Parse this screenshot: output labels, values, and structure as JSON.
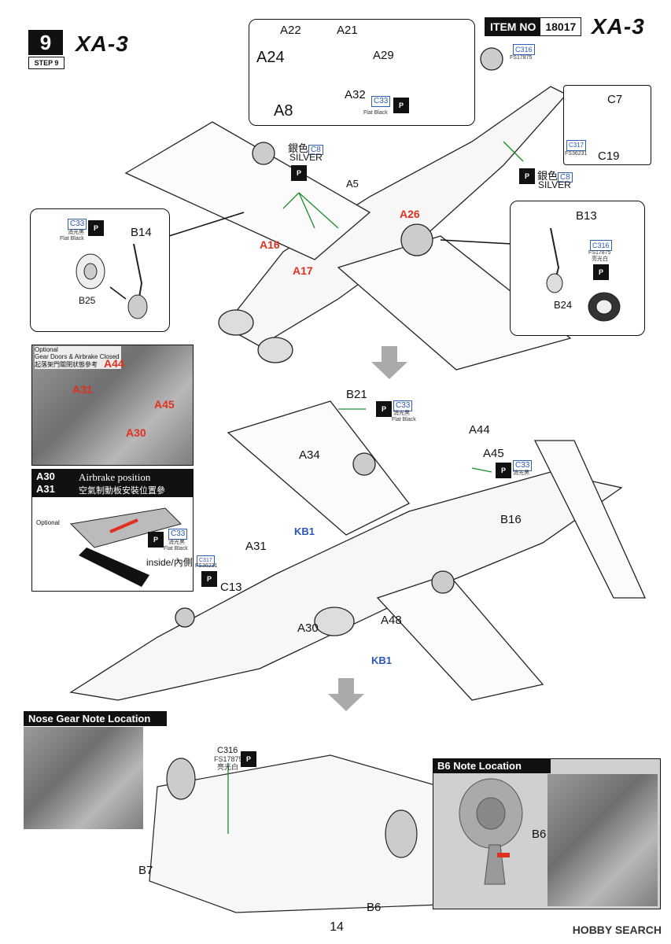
{
  "step": {
    "number": "9",
    "label": "STEP 9"
  },
  "model": {
    "title": "XA-3",
    "item_label": "ITEM NO",
    "item_no": "18017",
    "title_right": "XA-3"
  },
  "page_number": "14",
  "watermark": "HOBBY SEARCH",
  "top_inset": {
    "parts": [
      "A22",
      "A21",
      "A24",
      "A29",
      "A32",
      "A8"
    ],
    "paint": "C33",
    "paint_sub": "Flat Black"
  },
  "right_top_inset": {
    "parts": [
      "C7",
      "C19"
    ],
    "paint": "C317",
    "paint_sub": "FS36231"
  },
  "main_labels": {
    "silver_top": "銀色",
    "silver_code": "C8",
    "silver_en": "SILVER",
    "silver_right": "銀色",
    "silver_right_code": "C8",
    "silver_right_en": "SILVER",
    "a5": "A5",
    "a26": "A26",
    "a16": "A16",
    "a17": "A17",
    "c316_top": "C316",
    "c316_top_sub": "FS17875"
  },
  "left_inset": {
    "paint": "C33",
    "paint_cn": "消光黑",
    "paint_en": "Flat Black",
    "parts": [
      "B14",
      "B25"
    ]
  },
  "right_inset": {
    "part_top": "B13",
    "paint": "C316",
    "paint_sub": "FS17875",
    "paint_cn": "亮光白",
    "part_bottom": "B24"
  },
  "optional_photo": {
    "caption_en": "Gear Doors & Airbrake Closed",
    "caption_cn": "起落架門關閉狀態參考",
    "optional": "Optional",
    "parts": [
      "A44",
      "A31",
      "A45",
      "A30"
    ]
  },
  "airbrake": {
    "parts": "A30\nA31",
    "title": "Airbrake position",
    "title_cn": "空氣制動板安裝位置參",
    "optional": "Optional",
    "paint": "C33",
    "paint_cn": "消光黑",
    "paint_en": "Flat Black",
    "side": "inside/內側"
  },
  "middle": {
    "b21": "B21",
    "b21_paint": "C33",
    "b21_paint_cn": "消光黑",
    "b21_paint_en": "Flat Black",
    "a44": "A44",
    "a45": "A45",
    "a45_paint": "C33",
    "a45_paint_cn": "消光黑",
    "a34": "A34",
    "kb1_top": "KB1",
    "kb1_bottom": "KB1",
    "b16": "B16",
    "a31": "A31",
    "c317": "C317",
    "c317_sub": "FS36231",
    "c13": "C13",
    "a30": "A30",
    "a48": "A48"
  },
  "nose_gear": {
    "title": "Nose Gear Note Location"
  },
  "bottom": {
    "c316": "C316",
    "c316_sub": "FS17875",
    "c316_cn": "亮光白",
    "b7": "B7",
    "b6": "B6"
  },
  "b6_note": {
    "title": "B6 Note Location",
    "part": "B6"
  }
}
